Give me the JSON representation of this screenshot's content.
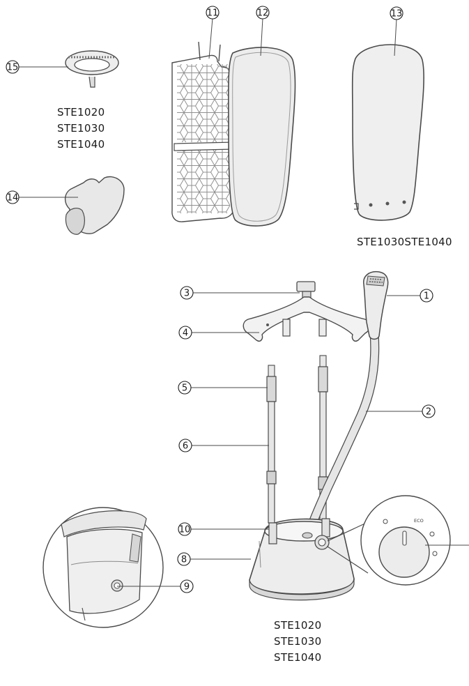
{
  "callouts": {
    "c1": "1",
    "c2": "2",
    "c3": "3",
    "c4": "4",
    "c5": "5",
    "c6": "6",
    "c8": "8",
    "c9": "9",
    "c10": "10",
    "c11": "11",
    "c12": "12",
    "c13": "13",
    "c14": "14",
    "c15": "15"
  },
  "models": {
    "group_top_left": [
      "STE1020",
      "STE1030",
      "STE1040"
    ],
    "board_label": "STE1030STE1040",
    "group_bottom": [
      "STE1020",
      "STE1030",
      "STE1040"
    ]
  },
  "knob_labels": {
    "eco": "ECO"
  },
  "colors": {
    "line": "#4a4a4a",
    "fill_light": "#ececec",
    "fill_mid": "#dadada",
    "background": "#ffffff"
  }
}
